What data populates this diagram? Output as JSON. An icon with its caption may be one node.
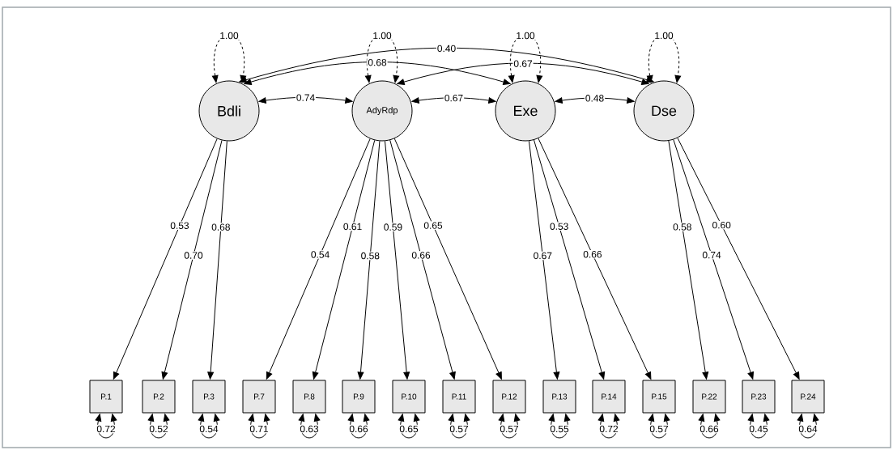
{
  "diagram": {
    "nodes": [
      {
        "text": [
          "Bdli"
        ]
      },
      {
        "text": [
          "AdyRdp"
        ]
      },
      {
        "text": [
          "Exe"
        ]
      },
      {
        "text": [
          "Dse"
        ]
      },
      {
        "text": [
          "P.1"
        ]
      },
      {
        "text": [
          "P.2"
        ]
      },
      {
        "text": [
          "P.3"
        ]
      },
      {
        "text": [
          "P.7"
        ]
      },
      {
        "text": [
          "P.8"
        ]
      },
      {
        "text": [
          "P.9"
        ]
      },
      {
        "text": [
          "P.10"
        ]
      },
      {
        "text": [
          "P.11"
        ]
      },
      {
        "text": [
          "P.12"
        ]
      },
      {
        "text": [
          "P.13"
        ]
      },
      {
        "text": [
          "P.14"
        ]
      },
      {
        "text": [
          "P.15"
        ]
      },
      {
        "text": [
          "P.22"
        ]
      },
      {
        "text": [
          "P.23"
        ]
      },
      {
        "text": [
          "P.24"
        ]
      }
    ],
    "edges": [
      {
        "from": 0,
        "to": 4,
        "arrow": "to",
        "label": "0.53"
      },
      {
        "from": 0,
        "to": 5,
        "arrow": "to",
        "label": "0.70"
      },
      {
        "from": 0,
        "to": 6,
        "arrow": "to",
        "label": "0.68"
      },
      {
        "from": 1,
        "to": 7,
        "arrow": "to",
        "label": "0.54"
      },
      {
        "from": 1,
        "to": 8,
        "arrow": "to",
        "label": "0.61"
      },
      {
        "from": 1,
        "to": 9,
        "arrow": "to",
        "label": "0.58"
      },
      {
        "from": 1,
        "to": 10,
        "arrow": "to",
        "label": "0.59"
      },
      {
        "from": 1,
        "to": 11,
        "arrow": "to",
        "label": "0.66"
      },
      {
        "from": 1,
        "to": 12,
        "arrow": "to",
        "label": "0.65"
      },
      {
        "from": 2,
        "to": 13,
        "arrow": "to",
        "label": "0.67"
      },
      {
        "from": 2,
        "to": 14,
        "arrow": "to",
        "label": "0.53"
      },
      {
        "from": 2,
        "to": 15,
        "arrow": "to",
        "label": "0.66"
      },
      {
        "from": 3,
        "to": 16,
        "arrow": "to",
        "label": "0.58"
      },
      {
        "from": 3,
        "to": 17,
        "arrow": "to",
        "label": "0.74"
      },
      {
        "from": 3,
        "to": 18,
        "arrow": "to",
        "label": "0.60"
      },
      {
        "from": 0,
        "to": 1,
        "arrow": "both",
        "label": "0.74"
      },
      {
        "from": 1,
        "to": 2,
        "arrow": "both",
        "label": "0.67"
      },
      {
        "from": 2,
        "to": 3,
        "arrow": "both",
        "label": "0.48"
      },
      {
        "from": 0,
        "to": 2,
        "arrow": "both",
        "label": "0.68"
      },
      {
        "from": 1,
        "to": 3,
        "arrow": "both",
        "label": "0.67"
      },
      {
        "from": 0,
        "to": 3,
        "arrow": "both",
        "label": "0.40"
      },
      {
        "from": 0,
        "to": 0,
        "arrow": "both",
        "label": "1.00",
        "style": "dashed"
      },
      {
        "from": 1,
        "to": 1,
        "arrow": "both",
        "label": "1.00",
        "style": "dashed"
      },
      {
        "from": 2,
        "to": 2,
        "arrow": "both",
        "label": "1.00",
        "style": "dashed"
      },
      {
        "from": 3,
        "to": 3,
        "arrow": "both",
        "label": "1.00",
        "style": "dashed"
      },
      {
        "from": 4,
        "to": 4,
        "arrow": "both",
        "label": "0.72"
      },
      {
        "from": 5,
        "to": 5,
        "arrow": "both",
        "label": "0.52"
      },
      {
        "from": 6,
        "to": 6,
        "arrow": "both",
        "label": "0.54"
      },
      {
        "from": 7,
        "to": 7,
        "arrow": "both",
        "label": "0.71"
      },
      {
        "from": 8,
        "to": 8,
        "arrow": "both",
        "label": "0.63"
      },
      {
        "from": 9,
        "to": 9,
        "arrow": "both",
        "label": "0.66"
      },
      {
        "from": 10,
        "to": 10,
        "arrow": "both",
        "label": "0.65"
      },
      {
        "from": 11,
        "to": 11,
        "arrow": "both",
        "label": "0.57"
      },
      {
        "from": 12,
        "to": 12,
        "arrow": "both",
        "label": "0.57"
      },
      {
        "from": 13,
        "to": 13,
        "arrow": "both",
        "label": "0.55"
      },
      {
        "from": 14,
        "to": 14,
        "arrow": "both",
        "label": "0.72"
      },
      {
        "from": 15,
        "to": 15,
        "arrow": "both",
        "label": "0.57"
      },
      {
        "from": 16,
        "to": 16,
        "arrow": "both",
        "label": "0.66"
      },
      {
        "from": 17,
        "to": 17,
        "arrow": "both",
        "label": "0.45"
      },
      {
        "from": 18,
        "to": 18,
        "arrow": "both",
        "label": "0.64"
      }
    ]
  }
}
